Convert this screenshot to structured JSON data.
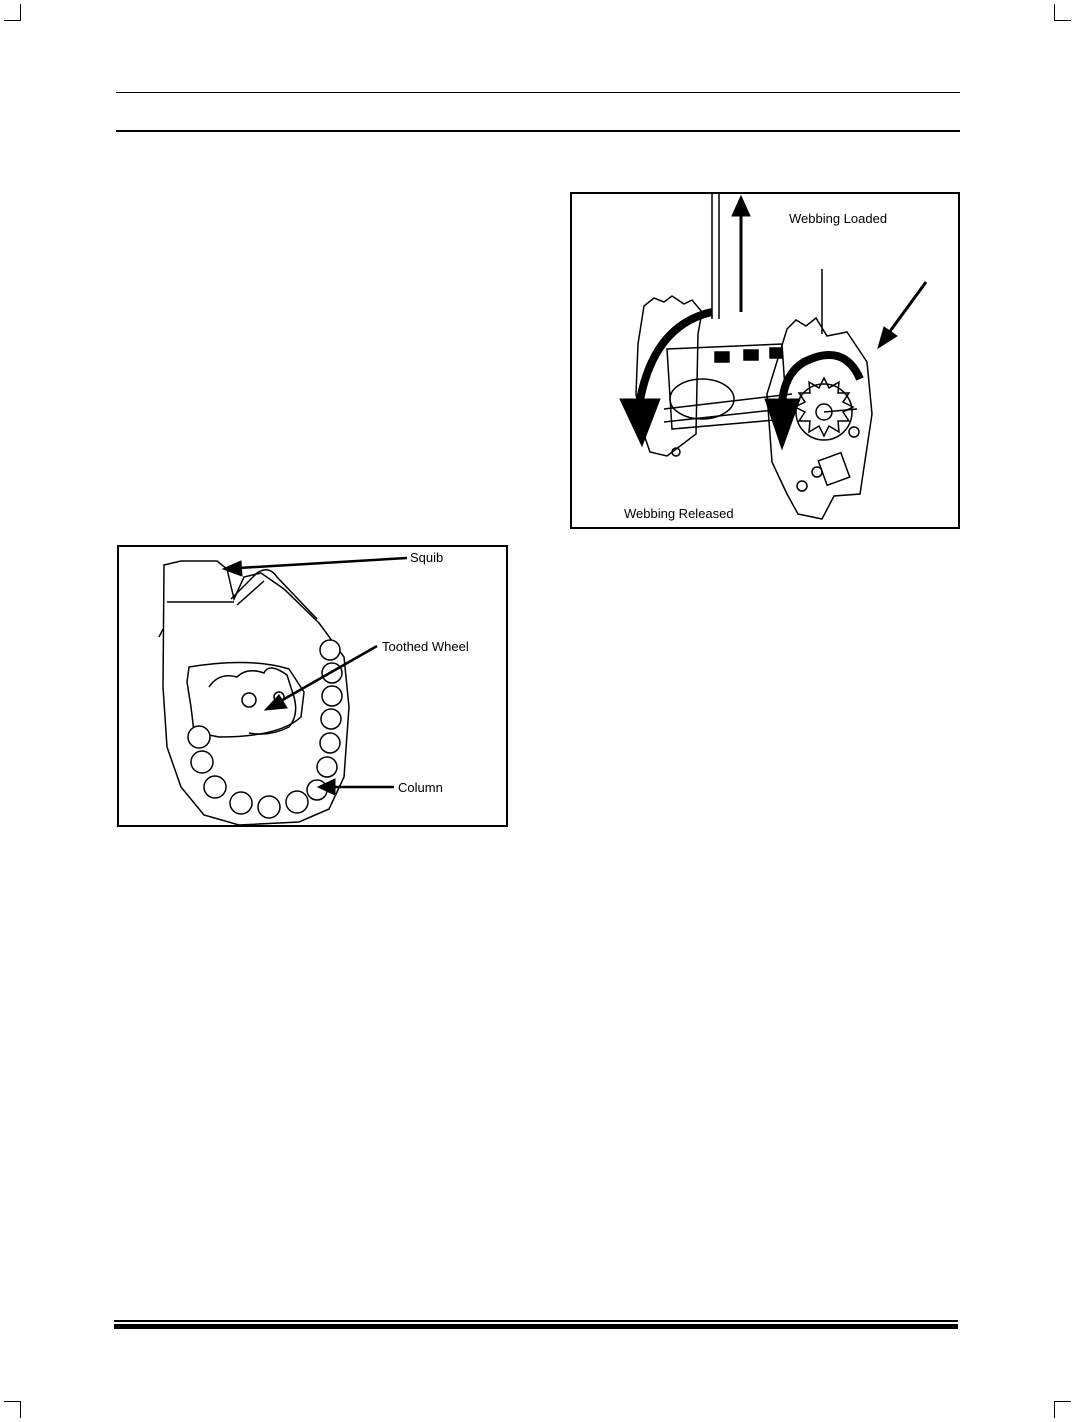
{
  "figure_retractor": {
    "label_loaded": "Webbing Loaded",
    "label_released": "Webbing Released"
  },
  "figure_pretensioner": {
    "label_squib": "Squib",
    "label_toothed_wheel": "Toothed Wheel",
    "label_column": "Column"
  }
}
